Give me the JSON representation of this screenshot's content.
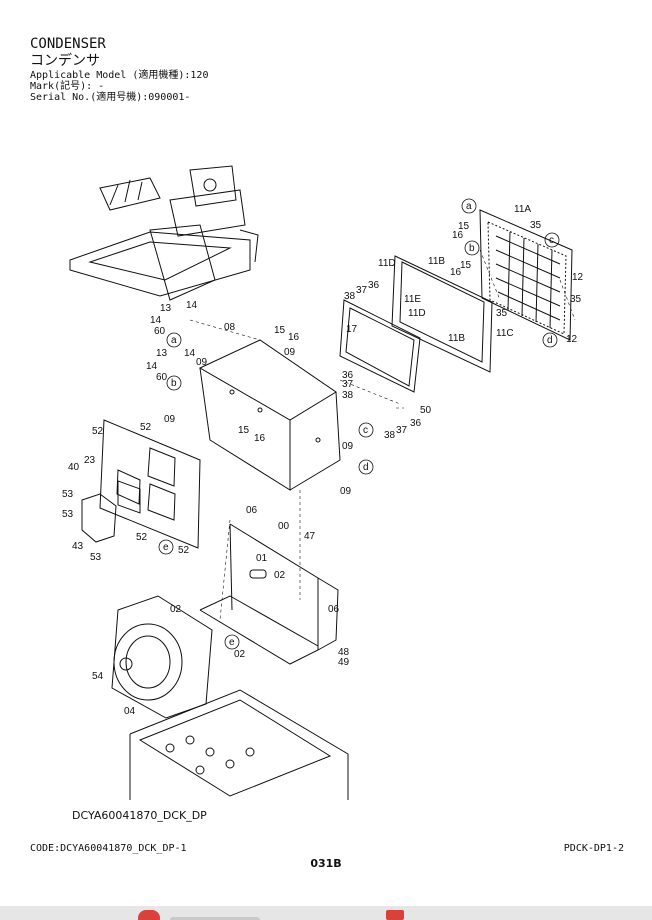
{
  "header": {
    "title": "CONDENSER",
    "title_jp": "コンデンサ",
    "applicable_model": "Applicable Model (適用機種):120",
    "mark": "Mark(記号): -",
    "serial_no": "Serial No.(適用号機):090001-"
  },
  "diagram": {
    "drawing_code": "DCYA60041870_DCK_DP",
    "part_numbers": [
      "00",
      "01",
      "02",
      "04",
      "06",
      "08",
      "09",
      "11A",
      "11B",
      "11C",
      "11D",
      "11E",
      "12",
      "13",
      "14",
      "15",
      "16",
      "17",
      "23",
      "35",
      "36",
      "37",
      "38",
      "40",
      "43",
      "47",
      "48",
      "49",
      "50",
      "52",
      "53",
      "54",
      "60"
    ],
    "reference_marks": [
      "a",
      "b",
      "c",
      "d",
      "e"
    ]
  },
  "footer": {
    "code": "CODE:DCYA60041870_DCK_DP-1",
    "page_ref": "PDCK-DP1-2",
    "page_number": "031B"
  },
  "colors": {
    "ink": "#111111",
    "bottom_bar": "#e6e6e6",
    "accent_red": "#d9413b"
  }
}
